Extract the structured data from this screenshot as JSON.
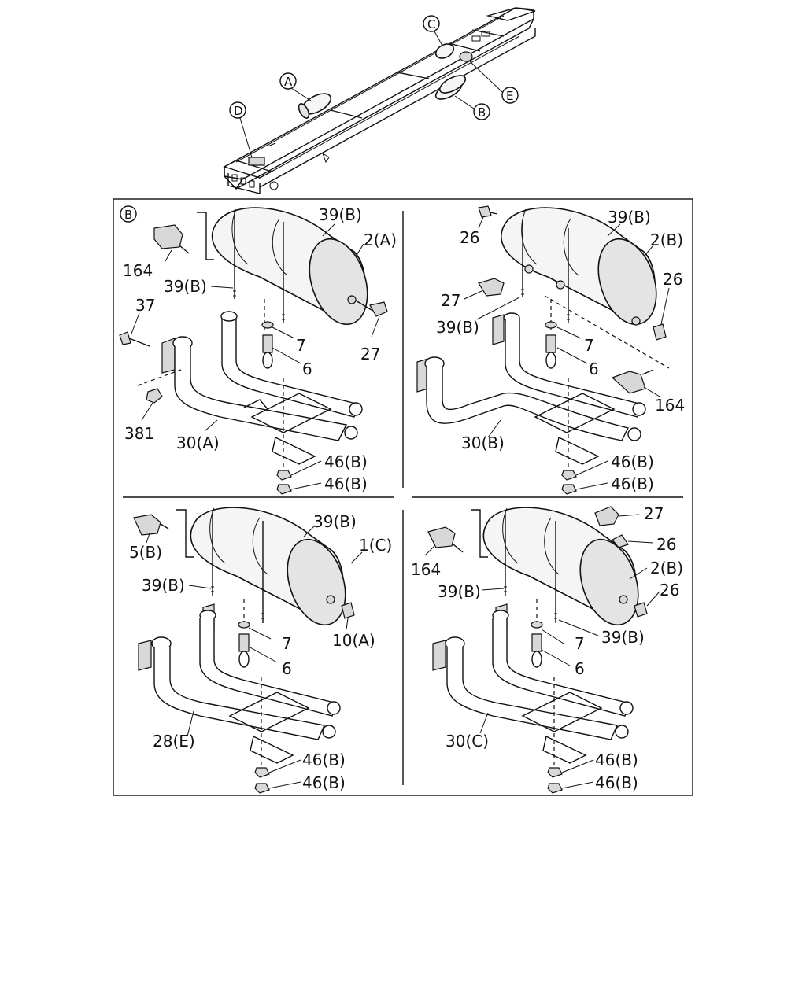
{
  "overview": {
    "callouts": [
      "A",
      "B",
      "C",
      "D",
      "E"
    ]
  },
  "detail": {
    "marker": "B",
    "panels": [
      {
        "id": "top-left",
        "labels": [
          "39(B)",
          "2(A)",
          "164",
          "39(B)",
          "37",
          "27",
          "7",
          "6",
          "381",
          "30(A)",
          "46(B)",
          "46(B)"
        ]
      },
      {
        "id": "top-right",
        "labels": [
          "26",
          "39(B)",
          "2(B)",
          "26",
          "27",
          "39(B)",
          "7",
          "6",
          "164",
          "30(B)",
          "46(B)",
          "46(B)"
        ]
      },
      {
        "id": "bottom-left",
        "labels": [
          "39(B)",
          "1(C)",
          "5(B)",
          "39(B)",
          "10(A)",
          "7",
          "6",
          "28(E)",
          "46(B)",
          "46(B)"
        ]
      },
      {
        "id": "bottom-right",
        "labels": [
          "27",
          "26",
          "164",
          "2(B)",
          "39(B)",
          "26",
          "39(B)",
          "7",
          "6",
          "30(C)",
          "46(B)",
          "46(B)"
        ]
      }
    ]
  }
}
